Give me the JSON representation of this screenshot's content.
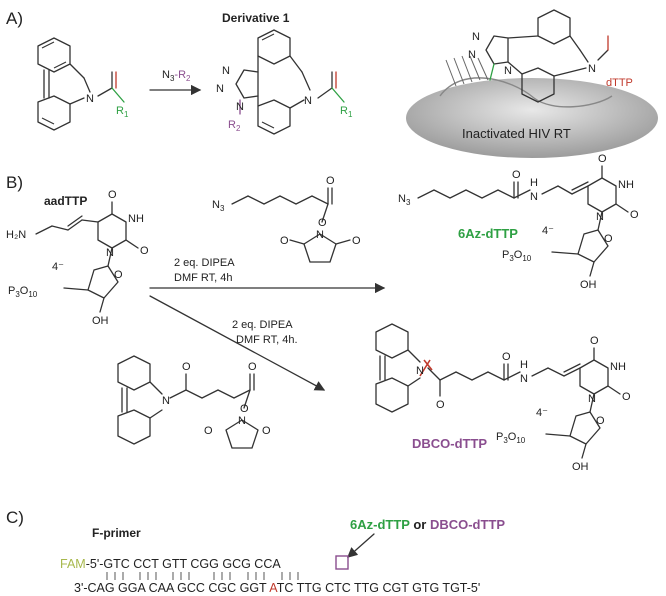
{
  "panels": {
    "a": "A)",
    "b": "B)",
    "c": "C)"
  },
  "panel_a": {
    "title": "Derivative 1",
    "reagent_n": "N",
    "reagent_sub3": "3",
    "reagent_dash": "-R",
    "reagent_sub2": "2",
    "r1": "R",
    "r1_sub": "1",
    "r2": "R",
    "r2_sub": "2",
    "n_atom": "N",
    "dttp_tag": "dTTP",
    "protein": "Inactivated HIV RT"
  },
  "panel_b": {
    "start_label": "aadTTP",
    "h2n": "H₂N",
    "nh": "NH",
    "o": "O",
    "n": "N",
    "oh": "OH",
    "p": "P",
    "p_sub3": "3",
    "o_sub10": "O",
    "sub10": "10",
    "charge": "4⁻",
    "n3": "N",
    "n3_sub": "3",
    "h": "H",
    "conditions1_line1": "2 eq. DIPEA",
    "conditions1_line2": "DMF RT,  4h",
    "conditions2_line1": "2 eq. DIPEA",
    "conditions2_line2": "DMF RT, 4h.",
    "product1": "6Az-dTTP",
    "product2": "DBCO-dTTP"
  },
  "panel_c": {
    "primer_label": "F-primer",
    "fam": "FAM",
    "top_strand": "-5'-GTC CCT GTT  CGG GCG CCA",
    "bottom_prefix": "3'-CAG GGA CAA GCC CGC GGT ",
    "bottom_mark": "A",
    "bottom_suffix": "TC TTG CTC TTG CGT GTG TGT-5'",
    "choice_a": "6Az-dTTP",
    "choice_or": " or ",
    "choice_b": "DBCO-dTTP"
  },
  "colors": {
    "green": "#2ea043",
    "purple": "#8a4e8f",
    "red": "#c0392b",
    "fam": "#a7b84c",
    "protein": "#b9b9b9"
  }
}
